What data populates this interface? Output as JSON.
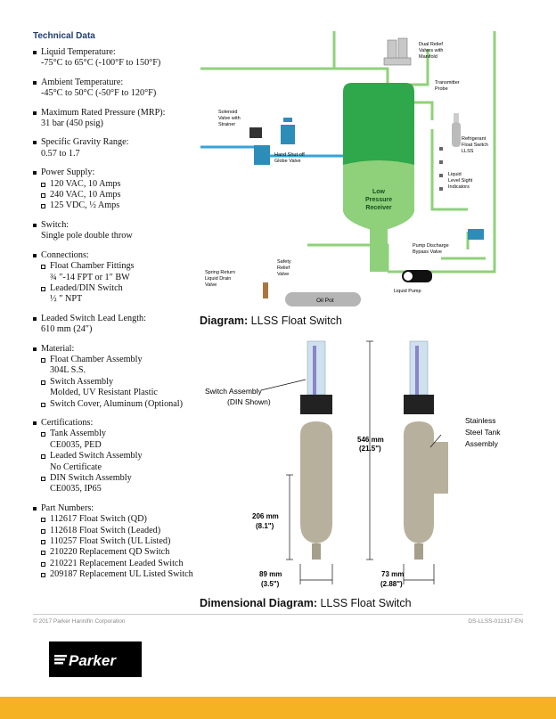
{
  "technical_data": {
    "title": "Technical Data",
    "specs": [
      {
        "label": "Liquid Temperature:",
        "value": "-75°C to 65°C (-100°F to 150°F)"
      },
      {
        "label": "Ambient Temperature:",
        "value": "-45°C to 50°C (-50°F to 120°F)"
      },
      {
        "label": "Maximum Rated Pressure (MRP):",
        "value": "31 bar (450 psig)"
      },
      {
        "label": "Specific Gravity Range:",
        "value": "0.57 to 1.7"
      }
    ],
    "power_supply": {
      "label": "Power Supply:",
      "items": [
        "120 VAC, 10 Amps",
        "240 VAC, 10 Amps",
        "125 VDC, ½ Amps"
      ]
    },
    "switch": {
      "label": "Switch:",
      "value": "Single pole double throw"
    },
    "connections": {
      "label": "Connections:",
      "items": [
        {
          "name": "Float Chamber Fittings",
          "value": "¾ ″-14 FPT or 1″ BW"
        },
        {
          "name": "Leaded/DIN Switch",
          "value": "½ ″ NPT"
        }
      ]
    },
    "lead_length": {
      "label": "Leaded Switch Lead Length:",
      "value": "610 mm (24″)"
    },
    "material": {
      "label": "Material:",
      "items": [
        {
          "name": "Float Chamber Assembly",
          "value": "304L S.S."
        },
        {
          "name": "Switch Assembly",
          "value": "Molded, UV Resistant Plastic"
        },
        {
          "name": "Switch Cover, Aluminum (Optional)",
          "value": ""
        }
      ]
    },
    "certifications": {
      "label": "Certifications:",
      "items": [
        {
          "name": "Tank Assembly",
          "value": "CE0035, PED"
        },
        {
          "name": "Leaded Switch Assembly",
          "value": "No Certificate"
        },
        {
          "name": "DIN Switch Assembly",
          "value": "CE0035, IP65"
        }
      ]
    },
    "part_numbers": {
      "label": "Part Numbers:",
      "items": [
        {
          "num": "112617",
          "desc": "Float Switch (QD)"
        },
        {
          "num": "112618",
          "desc": "Float Switch (Leaded)"
        },
        {
          "num": "110257",
          "desc": "Float Switch (UL Listed)"
        },
        {
          "num": "210220",
          "desc": "Replacement QD Switch"
        },
        {
          "num": "210221",
          "desc": "Replacement Leaded Switch"
        },
        {
          "num": "209187",
          "desc": "Replacement UL Listed Switch"
        }
      ]
    }
  },
  "diagram": {
    "caption_bold": "Diagram:",
    "caption_rest": " LLSS Float Switch",
    "labels": {
      "dual_relief_1": "Dual Relief",
      "dual_relief_2": "Valves with",
      "dual_relief_3": "Manifold",
      "transmitter_1": "Transmitter",
      "transmitter_2": "Probe",
      "solenoid_1": "Solenoid",
      "solenoid_2": "Valve with",
      "solenoid_3": "Strainer",
      "hand_1": "Hand Shut-off",
      "hand_2": "Globe Valve",
      "refrig_1": "Refrigerant",
      "refrig_2": "Float Switch",
      "refrig_3": "LLSS",
      "receiver_1": "Low",
      "receiver_2": "Pressure",
      "receiver_3": "Receiver",
      "sight_1": "Liquid",
      "sight_2": "Level Sight",
      "sight_3": "Indicators",
      "pump_bypass_1": "Pump Discharge",
      "pump_bypass_2": "Bypass Valve",
      "spring_1": "Spring Return",
      "spring_2": "Liquid Drain",
      "spring_3": "Valve",
      "safety_1": "Safety",
      "safety_2": "Relief",
      "safety_3": "Valve",
      "oil_pot": "Oil Pot",
      "liquid_pump": "Liquid Pump"
    }
  },
  "dimensional": {
    "caption_bold": "Dimensional Diagram:",
    "caption_rest": " LLSS Float Switch",
    "switch_assembly_1": "Switch Assembly",
    "switch_assembly_2": "(DIN Shown)",
    "stainless_1": "Stainless",
    "stainless_2": "Steel Tank",
    "stainless_3": "Assembly",
    "dim_546_mm": "546 mm",
    "dim_546_in": "(21.5\")",
    "dim_206_mm": "206 mm",
    "dim_206_in": "(8.1\")",
    "dim_89_mm": "89 mm",
    "dim_89_in": "(3.5\")",
    "dim_73_mm": "73 mm",
    "dim_73_in": "(2.88\")"
  },
  "footer": {
    "copyright": "© 2017 Parker Hannifin Corporation",
    "doc_number": "DS-LLSS-011317-EN",
    "logo_text": "Parker"
  },
  "colors": {
    "accent_title": "#1f3d6e",
    "receiver_green": "#2ea84a",
    "pipe_green": "#8fd17a",
    "bottom_bar": "#f5b324"
  }
}
